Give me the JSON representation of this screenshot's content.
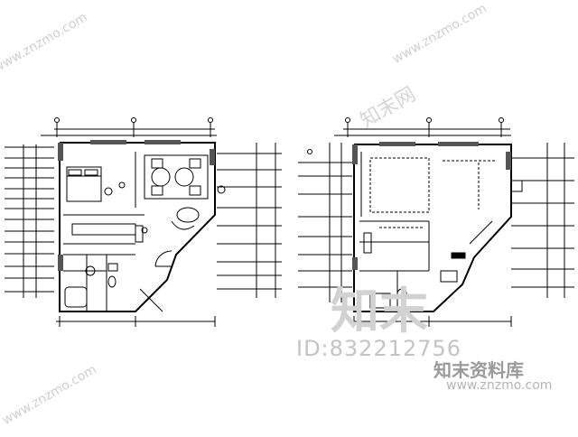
{
  "plans": [
    {
      "id": "left",
      "title": ""
    },
    {
      "id": "right",
      "title": ""
    }
  ],
  "watermark": {
    "id_text": "ID:832212756",
    "brand_cn": "知末资料库",
    "site_url": "www.znzmo.com",
    "logo_big": "知末",
    "logo_diag": "知末网",
    "diag_url": "www.znzmo.com"
  }
}
